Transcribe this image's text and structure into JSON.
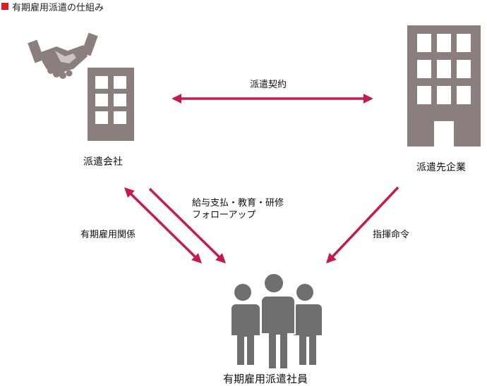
{
  "title": "有期雇用派遣の仕組み",
  "nodes": {
    "dispatch_company": "派遣会社",
    "client_company": "派遣先企業",
    "employee": "有期雇用派遣社員"
  },
  "relations": {
    "contract": "派遣契約",
    "employment": "有期雇用関係",
    "support_line1": "給与支払・教育・研修",
    "support_line2": "フォローアップ",
    "command": "指揮命令"
  },
  "colors": {
    "accent": "#d61f26",
    "arrow": "#c8194e",
    "icon_brown": "#8a7f7c",
    "icon_gray": "#6e6e6e"
  }
}
